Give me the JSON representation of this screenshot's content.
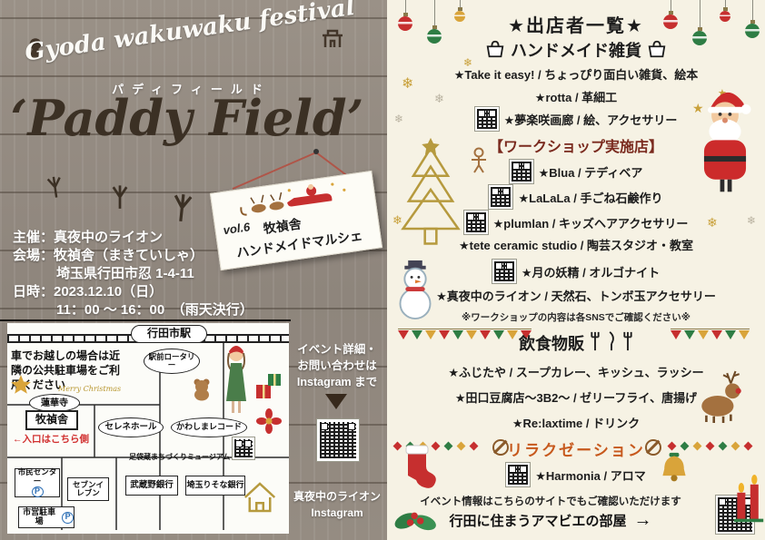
{
  "title": {
    "script": "Gyoda wakuwaku festival",
    "katakana": "パディフィールド",
    "main": "‘Paddy Field’"
  },
  "card": {
    "vol": "vol.6",
    "line1": "牧禎舎",
    "line2": "ハンドメイドマルシェ"
  },
  "info": {
    "lines": [
      "主催：真夜中のライオン",
      "会場：牧禎舎（まきていしゃ）",
      "埼玉県行田市忍 1-4-11",
      "日時：2023.12.10（日）",
      "11：00 ～ 16：00　（雨天決行）"
    ]
  },
  "map": {
    "notice": "車でお越しの場合は近隣の公共駐車場をご利用ください",
    "station": "行田市駅",
    "rotary": "駅前ロータリー",
    "temple": "蓮華寺",
    "venue": "牧禎舎",
    "entrance_note": "←入口はこちら側",
    "merry": "Merry Christmas",
    "hall": "セレネホール",
    "record": "かわしまレコード",
    "bank1": "武蔵野銀行",
    "bank2": "埼玉りそな銀行",
    "museum": "足袋蔵まちづくりミュージアム",
    "center": "市民センター",
    "conv": "セブンイレブン",
    "parking": "市営駐車場",
    "parking_mark": "P"
  },
  "instagram": {
    "lines": [
      "イベント詳細・",
      "お問い合わせは",
      "Instagram まで"
    ],
    "caption1": "真夜中のライオン",
    "caption2": "Instagram"
  },
  "vendors": {
    "header": "★出店者一覧★",
    "handmade_title": "ハンドメイド雑貨",
    "handmade": [
      "★Take it easy! / ちょっぴり面白い雑貨、絵本",
      "★rotta / 革細工",
      "★夢楽咲画廊 / 絵、アクセサリー"
    ],
    "workshop_title": "【ワークショップ実施店】",
    "workshop": [
      "★Blua / テディベア",
      "★LaLaLa / 手ごね石鹸作り",
      "★plumlan / キッズヘアアクセサリー",
      "★tete ceramic studio / 陶芸スタジオ・教室",
      "★月の妖精 / オルゴナイト",
      "★真夜中のライオン / 天然石、トンボ玉アクセサリー"
    ],
    "workshop_note": "※ワークショップの内容は各SNSでご確認ください※",
    "food_title": "飲食物販",
    "food": [
      "★ふじたや / スープカレー、キッシュ、ラッシー",
      "★田口豆腐店～3B2～ / ゼリーフライ、唐揚げ",
      "★Re:laxtime / ドリンク"
    ],
    "relax_title": "リラクゼーション",
    "relax": [
      "★Harmonia / アロマ"
    ],
    "footer1": "イベント情報はこちらのサイトでもご確認いただけます",
    "footer2": "行田に住まうアマビエの部屋",
    "arrow": "→"
  },
  "icons": {
    "snowflake": "❄",
    "star": "★"
  },
  "colors": {
    "accent_red": "#c62f2f",
    "accent_green": "#2e7d44",
    "accent_gold": "#c9a13b",
    "relax_orange": "#c7591d",
    "wood_brown": "#3b3024",
    "cream": "#f6f2e4"
  }
}
